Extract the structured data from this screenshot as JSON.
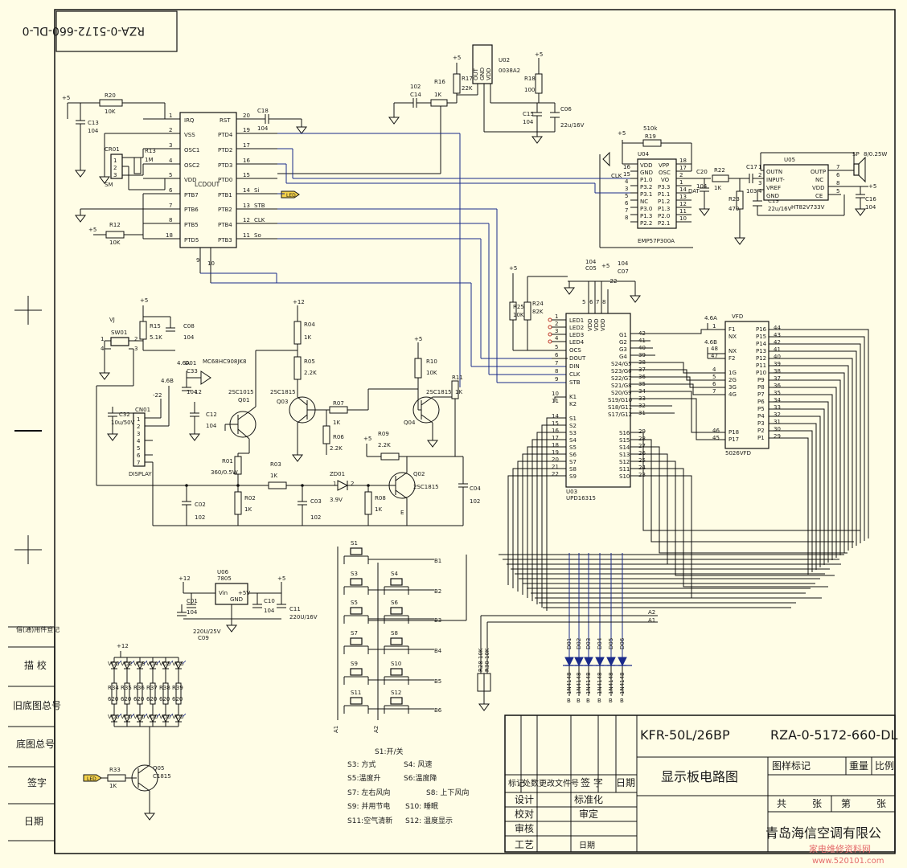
{
  "drawing": {
    "number_mirrored": "RZA-0-5172-660-DL-0",
    "model": "KFR-50L/26BP",
    "number": "RZA-0-5172-660-DL",
    "title": "显示板电路图",
    "company": "青岛海信空调有限公",
    "watermark": "家电维修资料网",
    "watermark_url": "www.520101.com"
  },
  "title_block": {
    "sample_mark": "图样标记",
    "weight": "重量",
    "scale": "比例",
    "total": "共",
    "sheet": "张",
    "no": "第",
    "sheet2": "张",
    "mark": "标记",
    "count": "处数",
    "change_doc": "更改文件号",
    "sign": "签 字",
    "date": "日期",
    "design": "设计",
    "standard": "标准化",
    "check": "校对",
    "approve": "审定",
    "review": "审核",
    "process": "工艺",
    "date2": "日期"
  },
  "side_block": {
    "borrow": "借(通)用件登记",
    "trace": "描 校",
    "old_total": "旧底图总号",
    "base_total": "底图总号",
    "signature": "签字",
    "date": "日期"
  },
  "legend": {
    "s1": "S1:开/关",
    "s3": "S3:  方式",
    "s4": "S4:  风速",
    "s5": "S5:温度升",
    "s6": "S6:温度降",
    "s7": "S7:  左右风向",
    "s8": "S8:  上下风向",
    "s9": "S9:  并用节电",
    "s10": "S10:  睡眠",
    "s11": "S11:空气清新",
    "s12": "S12:  温度显示"
  },
  "components": {
    "lcd_ic": "LCDOUT",
    "u03": "U03",
    "u03_part": "UPD16315",
    "u04": "U04",
    "u04_part": "EMP57P300A",
    "u05": "U05",
    "u05_part": "HT82V733V",
    "u02": "U02",
    "u02_part": "0038A2",
    "u06": "U06",
    "u06_part": "7805",
    "vfd": "VFD",
    "vfd_part": "5026VFD",
    "display": "DISPLAY",
    "cn01": "CN01",
    "mc": "MC68HC908JK8",
    "sw01": "SW01",
    "vj": "VJ",
    "sp": "SP",
    "sp_val": "8/0.25W",
    "cr01": "CR01",
    "sm": "SM",
    "q01": "Q01",
    "q01_part": "2SC1015",
    "q02": "Q02",
    "q02_part": "2SC1815",
    "q03": "Q03",
    "q03_part": "2SC1815",
    "q04": "Q04",
    "q04_part": "2SC1815",
    "q05": "Q05",
    "q05_part": "C1815",
    "zd01": "ZD01",
    "zd01_val": "3.9V",
    "r01": "R01",
    "r01_val": "360/0.5W",
    "r02": "R02",
    "r03": "R03",
    "r04": "R04",
    "r05": "R05",
    "r06": "R06",
    "r07": "R07",
    "r08": "R08",
    "r09": "R09",
    "r10": "R10",
    "r11": "R11",
    "r12": "R12",
    "r13": "R13",
    "r15": "R15",
    "r16": "R16",
    "r17": "R17",
    "r18": "R18",
    "r19": "R19",
    "r20": "R20",
    "r22": "R22",
    "r23": "R23",
    "r24": "R24",
    "r25": "R25",
    "r28": "R28",
    "r30": "R30",
    "r33": "R33",
    "val_1k": "1K",
    "val_10k": "10K",
    "val_22k": "2.2K",
    "val_1m": "1M",
    "val_5_1k": "5.1K",
    "val_100": "100",
    "val_82k": "82K",
    "val_510k": "510k",
    "val_470": "470",
    "val_22k2": "22K",
    "val_620": "620",
    "c_104": "104",
    "c_102": "102",
    "c_103": "103",
    "c06_val": "22u/16V",
    "c11_val": "220U/16V",
    "c09_val": "220U/25V",
    "c32_val": "10u/50V",
    "c19_val": "22u/16V"
  },
  "signals": {
    "rst": "RST",
    "irq": "IRQ",
    "vss": "VSS",
    "osc1": "OSC1",
    "osc2": "OSC2",
    "vdd": "VDD",
    "ptb7": "PTB7",
    "ptb6": "PTB6",
    "ptb5": "PTB5",
    "ptb3": "PTB3",
    "ptd5": "PTD5",
    "ptd4": "PTD4",
    "ptd2": "PTD2",
    "ptd3": "PTD3",
    "ptd0": "PTD0",
    "ptb1": "PTB1",
    "ptb2": "PTB2",
    "ptb4": "PTB4",
    "ptb0": "PTB3",
    "si": "Si",
    "stb": "STB",
    "clk": "CLK",
    "so": "So",
    "led": "LED",
    "dat": "DAT",
    "b1": "B1",
    "b2": "B2",
    "b3": "B3",
    "b4": "B4",
    "b5": "B5",
    "b6": "B6",
    "a1": "A1",
    "a2": "A2",
    "plus5": "+5",
    "plus12": "+12",
    "minus22": "-22"
  }
}
